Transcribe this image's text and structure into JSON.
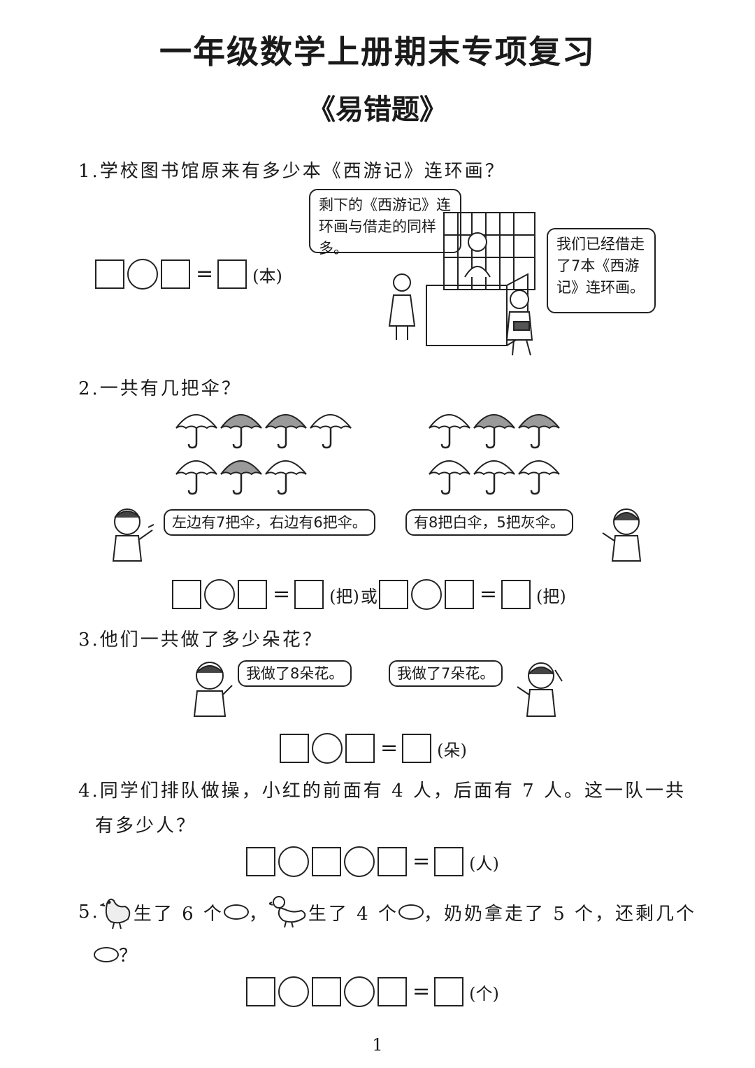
{
  "header": {
    "title": "一年级数学上册期末专项复习",
    "subtitle": "《易错题》"
  },
  "questions": [
    {
      "text": "1.学校图书馆原来有多少本《西游记》连环画？",
      "bubbles": [
        "剩下的《西游记》连环画与借走的同样多。",
        "我们已经借走了7本《西游记》连环画。"
      ],
      "unit": "(本)"
    },
    {
      "text": "2.一共有几把伞？",
      "bubbles": [
        "左边有7把伞，右边有6把伞。",
        "有8把白伞，5把灰伞。"
      ],
      "unit1": "(把)",
      "or": "或",
      "unit2": "(把)"
    },
    {
      "text": "3.他们一共做了多少朵花？",
      "bubbles": [
        "我做了8朵花。",
        "我做了7朵花。"
      ],
      "unit": "(朵)"
    },
    {
      "text_line1": "4.同学们排队做操，小红的前面有 4 人，后面有 7 人。这一队一共",
      "text_line2": "有多少人？",
      "unit": "(人)"
    },
    {
      "number": "5.",
      "part1": "生了 6 个",
      "part2": "生了 4 个",
      "part3": "，奶奶拿走了 5 个，还剩几个",
      "end": "？",
      "unit": "(个)"
    }
  ],
  "symbols": {
    "equals": "="
  },
  "page_number": "1",
  "colors": {
    "umbrella_gray": "#9a9a9a",
    "line": "#222222"
  }
}
